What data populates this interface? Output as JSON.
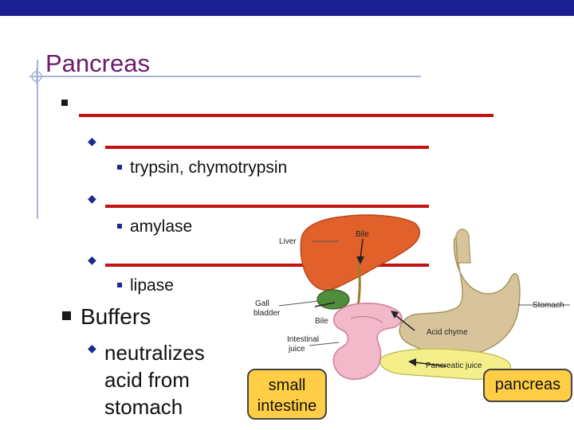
{
  "slide": {
    "title": "Pancreas",
    "list": {
      "level3_items": [
        "trypsin, chymotrypsin",
        "amylase",
        "lipase"
      ],
      "buffers": "Buffers",
      "buffers_lines": [
        "neutralizes",
        "acid from",
        "stomach"
      ]
    }
  },
  "diagram": {
    "labels": {
      "liver": "Liver",
      "bile_top": "Bile",
      "gall_bladder_1": "Gall",
      "gall_bladder_2": "bladder",
      "bile_mid": "Bile",
      "intestinal_juice_1": "Intestinal",
      "intestinal_juice_2": "juice",
      "acid_chyme": "Acid chyme",
      "pancreatic_juice": "Pancreatic juice",
      "stomach": "Stomach"
    },
    "callouts": {
      "small_intestine_1": "small",
      "small_intestine_2": "intestine",
      "pancreas": "pancreas"
    }
  },
  "colors": {
    "topbar": "#1c1f8f",
    "title": "#6a1b6a",
    "blank_lines": "#c31212",
    "callout_fill": "#ffce46",
    "liver": "#e2612a",
    "stomach": "#d8c49a",
    "intestine": "#f1b9c9",
    "pancreas": "#f4ef8a"
  }
}
